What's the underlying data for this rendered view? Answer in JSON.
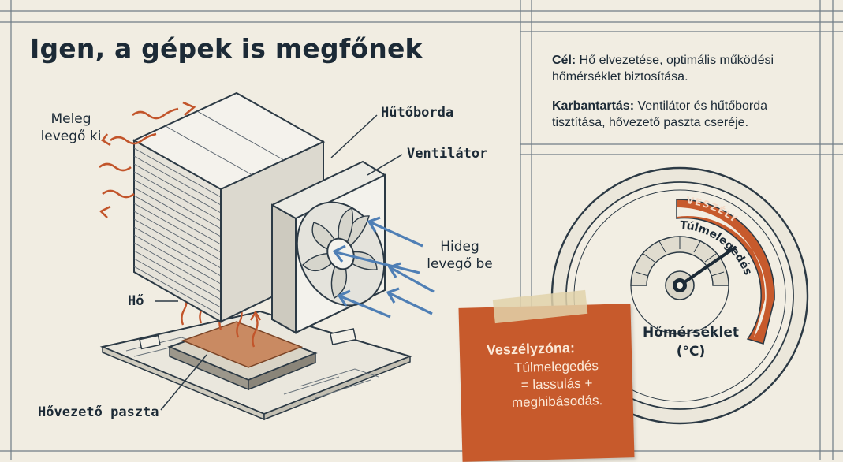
{
  "title": "Igen, a gépek is megfőnek",
  "labels": {
    "warm_air_out": [
      "Meleg",
      "levegő ki"
    ],
    "heatsink": "Hűtőborda",
    "fan": "Ventilátor",
    "cold_air_in": [
      "Hideg",
      "levegő be"
    ],
    "heat": "Hő",
    "thermal_paste": "Hővezető paszta"
  },
  "info": {
    "goal_label": "Cél:",
    "goal_text": " Hő elvezetése, optimális működési hőmérséklet biztosítása.",
    "maintenance_label": "Karbantartás:",
    "maintenance_text": " Ventilátor és hűtőborda tisztítása, hővezető paszta cseréje."
  },
  "gauge": {
    "danger_band": "VESZÉLY",
    "overheat": "Túlmelegedés",
    "caption": [
      "Hőmérséklet",
      "(°C)"
    ]
  },
  "note": {
    "title": "Veszélyzóna:",
    "body": [
      "Túlmelegedés",
      "= lassulás +",
      "meghibásodás."
    ]
  },
  "colors": {
    "background": "#f1ede2",
    "ink": "#1c2a36",
    "accent_orange": "#c75a2c",
    "cold_blue": "#4f7fb5",
    "warm_arrow": "#c2552b"
  }
}
